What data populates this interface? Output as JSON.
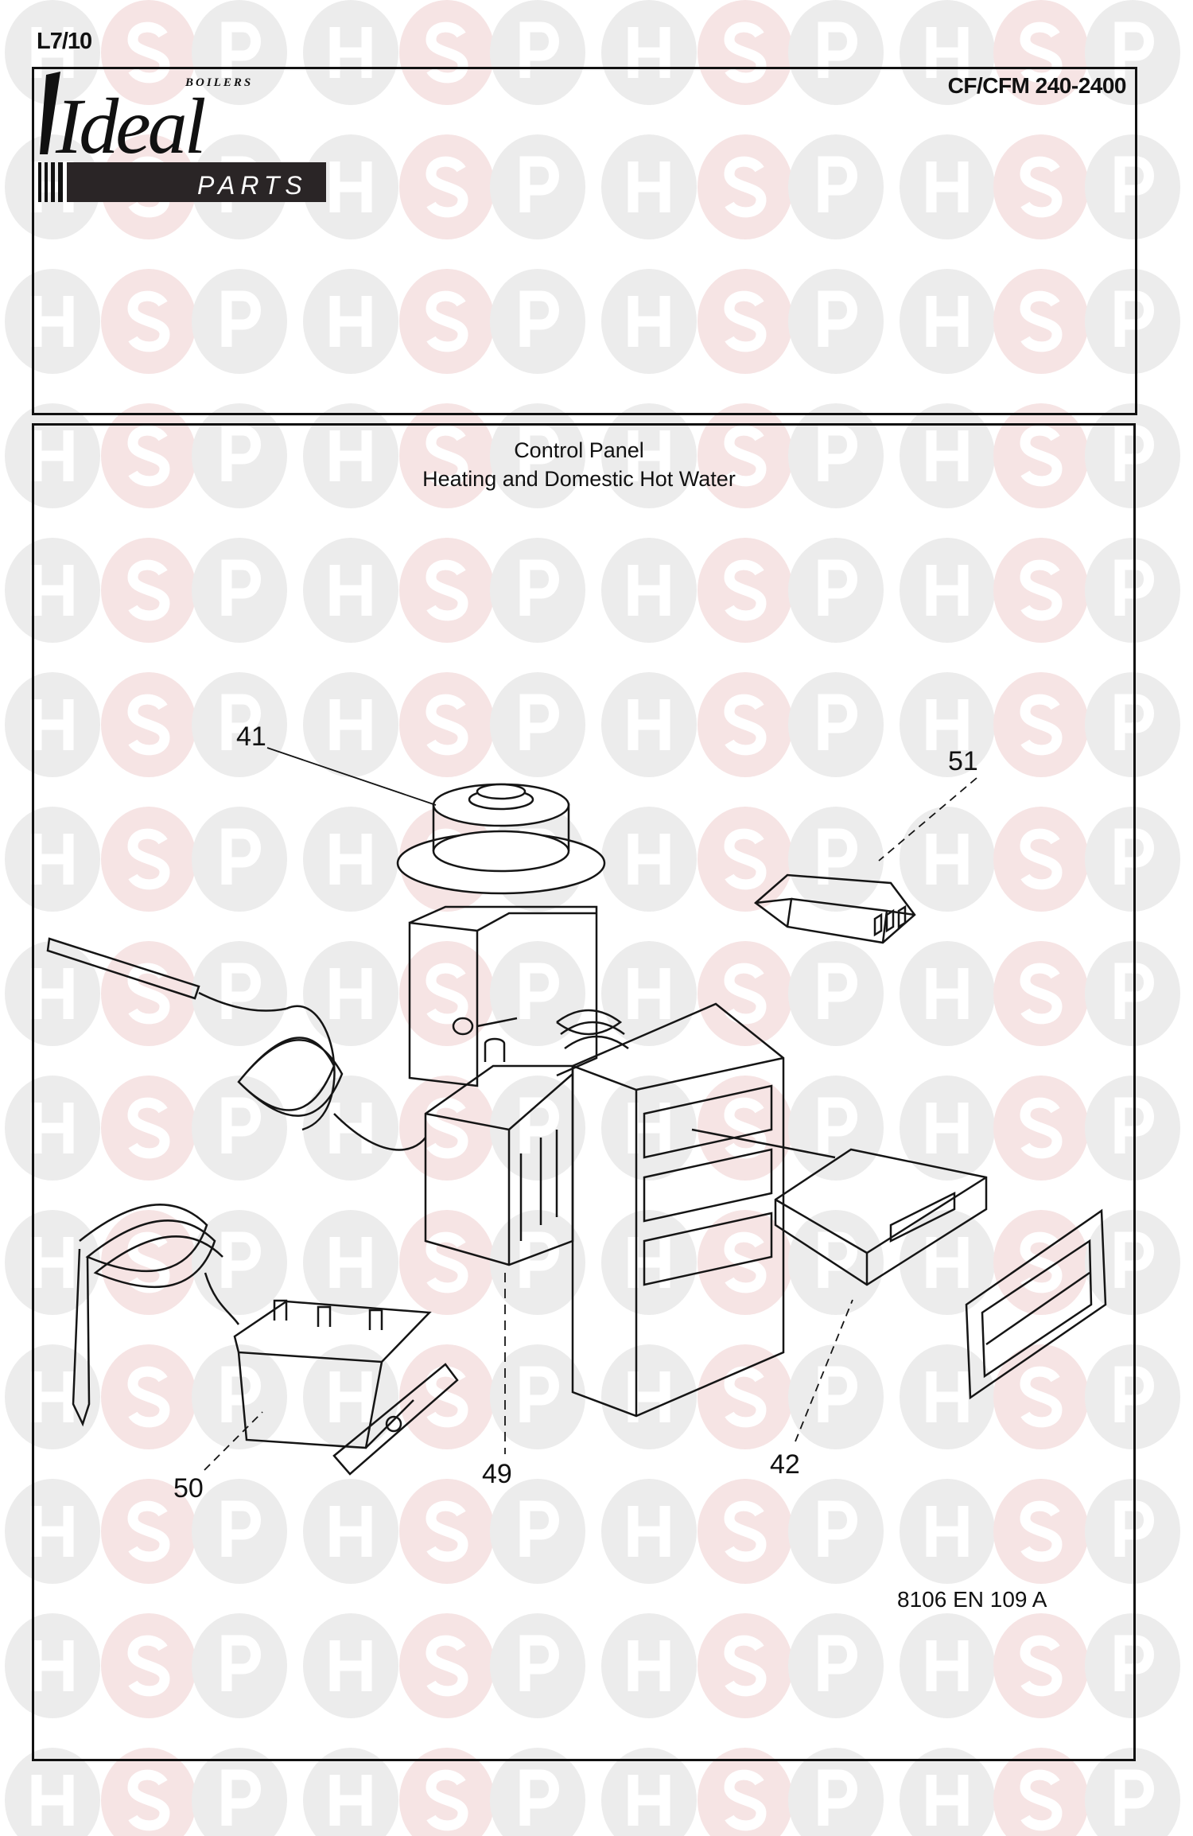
{
  "sheet_ref": "L7/10",
  "logo": {
    "brand": "Ideal",
    "sub": "BOILERS",
    "tag": "PARTS"
  },
  "model_range": "CF/CFM 240-2400",
  "title": {
    "line1": "Control Panel",
    "line2": "Heating and Domestic Hot Water"
  },
  "callouts": {
    "c41": "41",
    "c51": "51",
    "c50": "50",
    "c49": "49",
    "c42": "42"
  },
  "drawing_number": "8106 EN 109 A",
  "watermark": {
    "letters": [
      "H",
      "S",
      "P"
    ],
    "colors": {
      "grey": "#ececec",
      "pink": "#f6e4e4"
    }
  }
}
